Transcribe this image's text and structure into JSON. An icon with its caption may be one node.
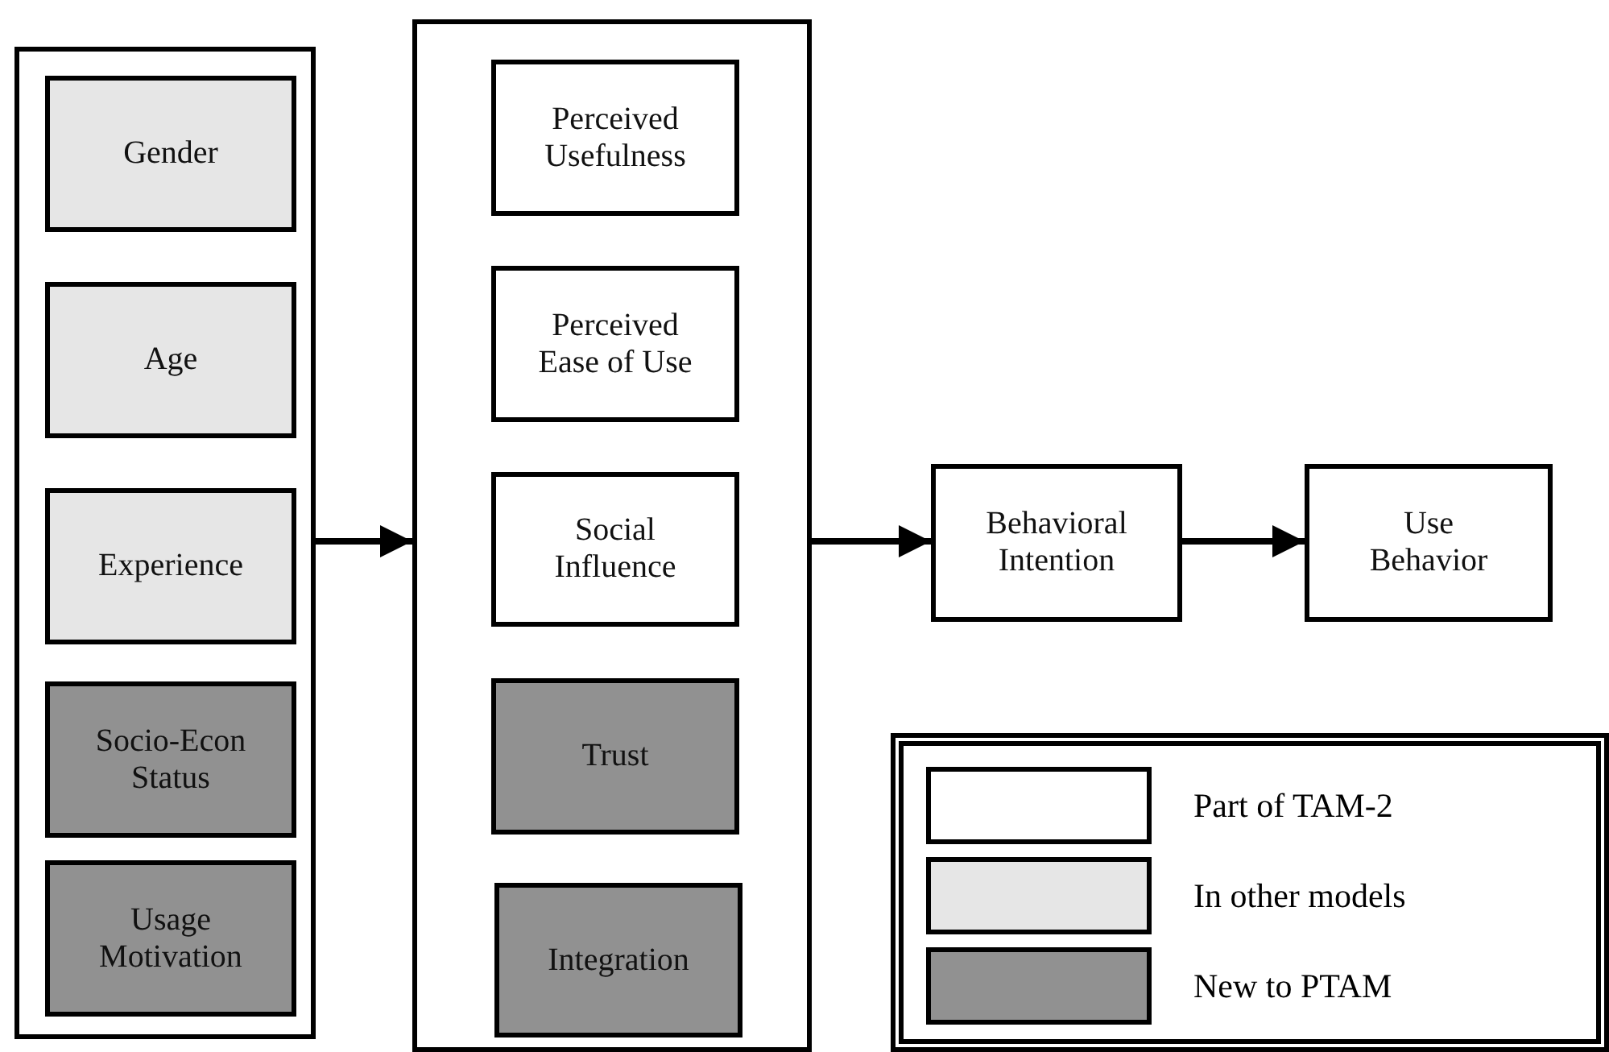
{
  "diagram": {
    "nodes": [
      {
        "text": [],
        "shape": "box"
      },
      {
        "text": [
          "Gender"
        ],
        "in": 0
      },
      {
        "text": [
          "Age"
        ],
        "in": 0
      },
      {
        "text": [
          "Experience"
        ],
        "in": 0
      },
      {
        "text": [
          "Socio-Econ Status"
        ],
        "in": 0
      },
      {
        "text": [
          "Usage Motivation"
        ],
        "in": 0
      },
      {
        "text": [],
        "shape": "box"
      },
      {
        "text": [
          "Perceived Usefulness"
        ],
        "in": 6
      },
      {
        "text": [
          "Perceived Ease of Use"
        ],
        "in": 6
      },
      {
        "text": [
          "Social Influence"
        ],
        "in": 6
      },
      {
        "text": [
          "Trust"
        ],
        "in": 6
      },
      {
        "text": [
          "Integration"
        ],
        "in": 6
      },
      {
        "text": [
          "Behavioral Intention"
        ]
      },
      {
        "text": [
          "Use Behavior"
        ]
      }
    ],
    "edges": [
      {
        "from": 0,
        "to": 6,
        "arrow": "to"
      },
      {
        "from": 6,
        "to": 12,
        "arrow": "to"
      },
      {
        "from": 12,
        "to": 13,
        "arrow": "to"
      }
    ],
    "legend": [
      {
        "text": "Part of TAM-2",
        "color": "#ffffff"
      },
      {
        "text": "In other models",
        "color": "#e6e6e6"
      },
      {
        "text": "New to PTAM",
        "color": "#919191"
      }
    ]
  }
}
